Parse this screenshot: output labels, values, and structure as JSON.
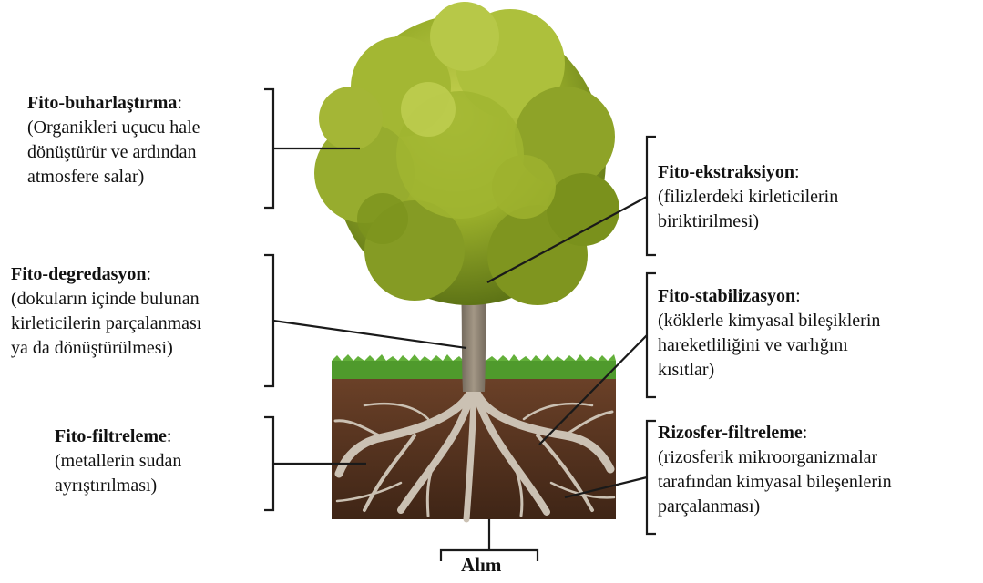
{
  "labels": {
    "fito_buharlastirma": {
      "title": "Fito-buharlaştırma",
      "sep": ":",
      "lines": [
        "(Organikleri uçucu hale",
        "dönüştürür ve ardından",
        "atmosfere salar)"
      ]
    },
    "fito_degredasyon": {
      "title": "Fito-degredasyon",
      "sep": ":",
      "lines": [
        "(dokuların içinde bulunan",
        "kirleticilerin parçalanması",
        "ya da dönüştürülmesi)"
      ]
    },
    "fito_filtreleme": {
      "title": "Fito-filtreleme",
      "sep": ":",
      "lines": [
        "(metallerin sudan",
        "ayrıştırılması)"
      ]
    },
    "fito_ekstraksiyon": {
      "title": "Fito-ekstraksiyon",
      "sep": ":",
      "lines": [
        "(filizlerdeki kirleticilerin",
        "biriktirilmesi)"
      ]
    },
    "fito_stabilizasyon": {
      "title": "Fito-stabilizasyon",
      "sep": ":",
      "lines": [
        "(köklerle kimyasal bileşiklerin",
        "hareketliliğini ve varlığını",
        "kısıtlar)"
      ]
    },
    "rizosfer_filtreleme": {
      "title": "Rizosfer-filtreleme",
      "sep": ":",
      "lines": [
        "(rizosferik mikroorganizmalar",
        "tarafından kimyasal bileşenlerin",
        "parçalanması)"
      ]
    }
  },
  "alim": "Alım",
  "colors": {
    "foliage": "#8fa524",
    "foliage_light": "#b3c23d",
    "foliage_dark": "#5f7418",
    "trunk": "#8a7e6e",
    "grass": "#4f9a2c",
    "soil": "#5e3a24",
    "roots": "#c9bfb2"
  }
}
